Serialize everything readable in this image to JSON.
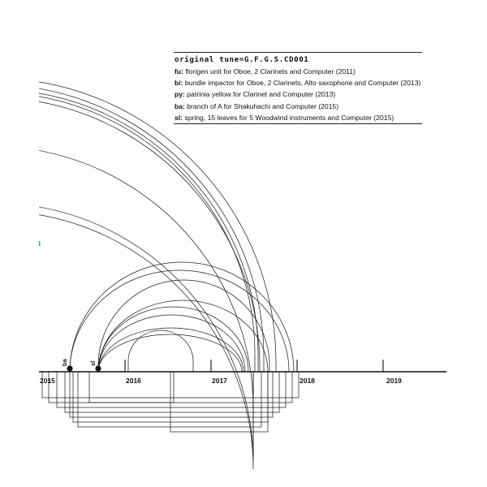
{
  "legend": {
    "title": "original tune=G.F.G.S.CD001",
    "entries": [
      {
        "code": "fu:",
        "text": "florigen unit for Oboe, 2 Clarinets and Computer (2011)"
      },
      {
        "code": "bi:",
        "text": "bundle impactor for Oboe, 2 Clarinets, Alto saxophone and Computer (2013)"
      },
      {
        "code": "py:",
        "text": "patrinia yellow for Clarinet and Computer (2013)"
      },
      {
        "code": "ba:",
        "text": "branch of A for Shakuhachi and Computer (2015)"
      },
      {
        "code": "sl:",
        "text": "spring, 15 leaves for 5 Woodwind instruments and Computer (2015)"
      }
    ]
  },
  "timeline": {
    "years": [
      "2015",
      "2016",
      "2017",
      "2018",
      "2019"
    ],
    "markers": [
      {
        "label": "ba"
      },
      {
        "label": "sl"
      }
    ]
  },
  "colors": {
    "ink": "#222222",
    "background": "#ffffff"
  }
}
